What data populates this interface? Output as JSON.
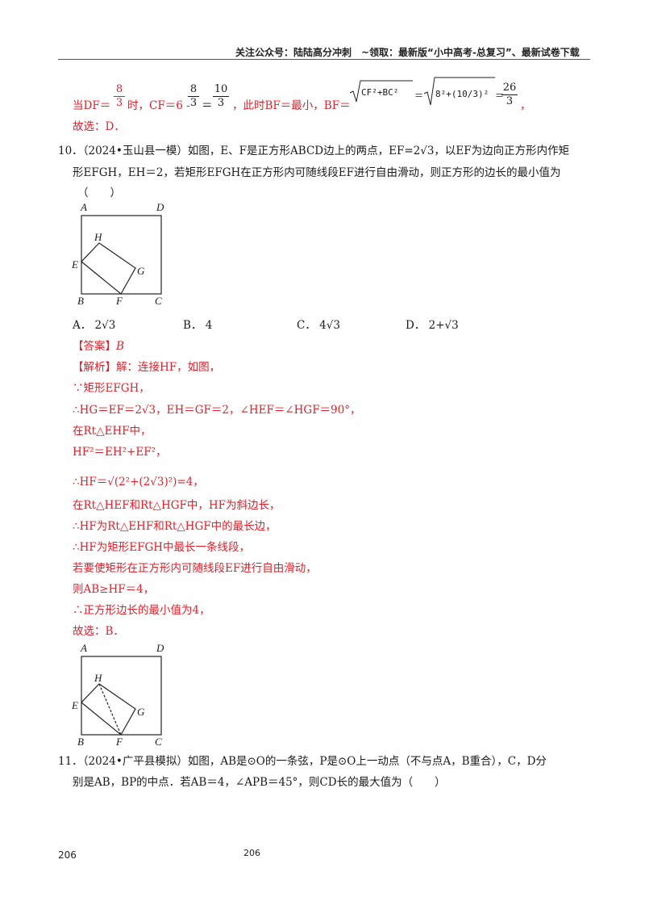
{
  "header": {
    "banner": "关注公众号：陆陆高分冲刺　~领取：最新版“小中高考-总复习”、最新试卷下载"
  },
  "prev_solution": {
    "line1": {
      "part_a": "当DF＝",
      "frac_8_3": {
        "num": "8",
        "den": "3"
      },
      "part_b": "时，CF＝6 -",
      "frac_8_3b": {
        "num": "8",
        "den": "3"
      },
      "eq": "＝",
      "frac_10_3": {
        "num": "10",
        "den": "3"
      },
      "part_c": "，此时BF＝最小，BF＝",
      "sqrt_expr": "CF²+BC²",
      "eq2": "＝",
      "sqrt_expr2": "8²+(10/3)²",
      "eq3": "＝",
      "frac_26_3": {
        "num": "26",
        "den": "3"
      },
      "tail": "，"
    },
    "line2": "故选：D．"
  },
  "q10": {
    "number": "10．",
    "text_line1": "（2024•玉山县一模）如图，E、F是正方形ABCD边上的两点，EF=2√3，以EF为边向正方形内作矩",
    "text_line2": "形EFGH，EH＝2，若矩形EFGH在正方形内可随线段EF进行自由滑动，则正方形的边长的最小值为",
    "text_line3": "（　　）",
    "figure_labels": {
      "A": "A",
      "D": "D",
      "H": "H",
      "E": "E",
      "G": "G",
      "B": "B",
      "F": "F",
      "C": "C"
    },
    "options": [
      {
        "key": "A．",
        "value": "2√3"
      },
      {
        "key": "B．",
        "value": "4"
      },
      {
        "key": "C．",
        "value": "4√3"
      },
      {
        "key": "D．",
        "value": "2+√3"
      }
    ],
    "answer_label": "【答案】",
    "answer_value": "B",
    "analysis_label": "【解析】",
    "analysis_lines": [
      "解：连接HF，如图，",
      "∵矩形EFGH，",
      "∴HG＝EF＝2√3，EH＝GF＝2，∠HEF＝∠HGF＝90°，",
      "在Rt△EHF中，",
      "HF²＝EH²+EF²，",
      "∴HF＝√(2²+(2√3)²)=4，",
      "在Rt△HEF和Rt△HGF中，HF为斜边长，",
      "∴HF为Rt△EHF和Rt△HGF中的最长边，",
      "∴HF为矩形EFGH中最长一条线段，",
      "若要使矩形在正方形内可随线段EF进行自由滑动，",
      "则AB≥HF＝4，",
      "∴正方形边长的最小值为4，",
      "故选：B．"
    ]
  },
  "q11": {
    "number": "11．",
    "text_line1": "（2024•广平县模拟）如图，AB是⊙O的一条弦，P是⊙O上一动点（不与点A，B重合），C，D分",
    "text_line2": "别是AB，BP的中点．若AB＝4，∠APB＝45°，则CD长的最大值为（　　）"
  },
  "footer": {
    "page_left": "206",
    "page_center": "206"
  }
}
